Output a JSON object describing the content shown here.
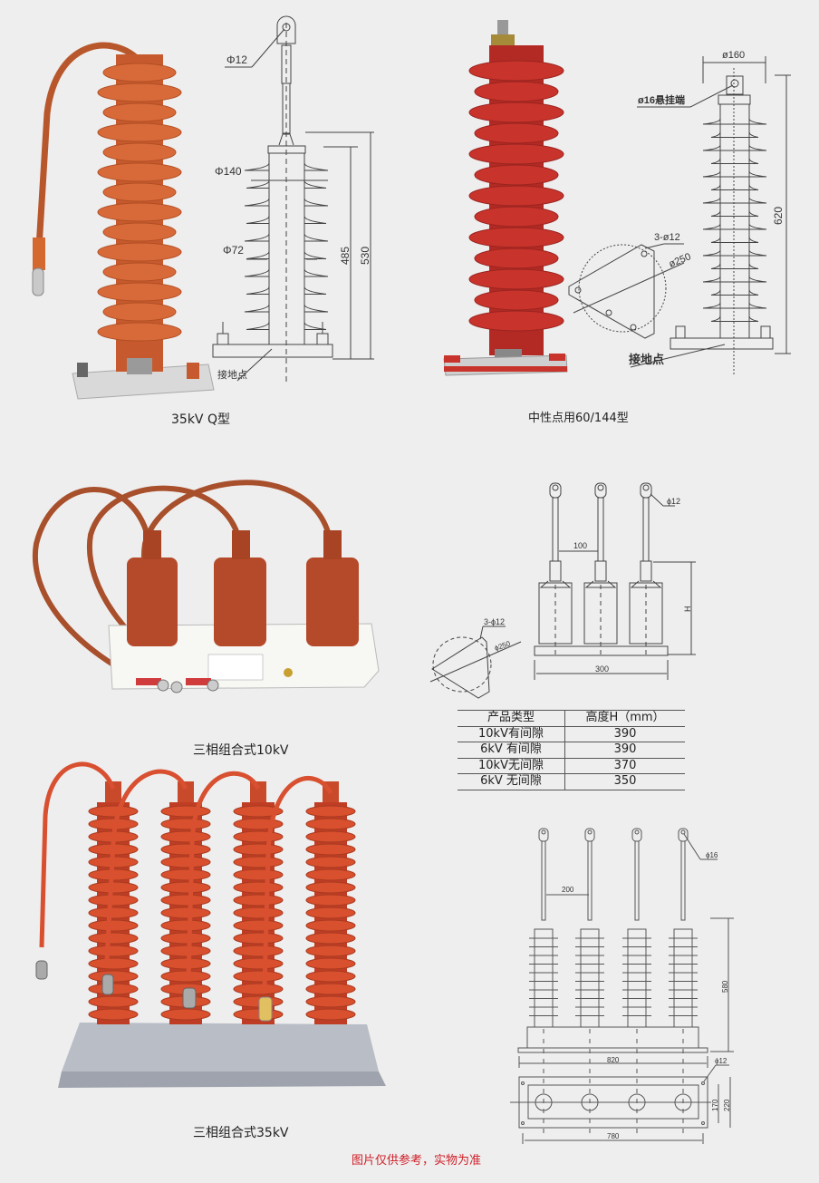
{
  "colors": {
    "background": "#eeeeee",
    "orange_housing": "#d86a3a",
    "red_housing": "#c8332b",
    "brown_housing": "#b54a2a",
    "footer_text": "#d0202a"
  },
  "products": [
    {
      "caption": "35kV Q型",
      "drawing": {
        "top_eye": "Φ12",
        "shed_dia": "Φ140",
        "core_dia": "Φ72",
        "height_inner": "485",
        "height_total": "530",
        "ground": "接地点"
      }
    },
    {
      "caption": "中性点用60/144型",
      "drawing": {
        "width": "ø160",
        "top_eye": "ø16悬挂端",
        "height_total": "620",
        "holes": "3-ø12",
        "base_circle": "ø250",
        "ground": "接地点"
      }
    },
    {
      "caption": "三相组合式10kV",
      "drawing": {
        "eye": "ϕ12",
        "spacing": "100",
        "height": "H",
        "width": "300",
        "holes": "3-ϕ12",
        "base_circle": "ϕ250"
      },
      "table": {
        "headers": [
          "产品类型",
          "高度H（mm）"
        ],
        "rows": [
          [
            "10kV有间隙",
            "390"
          ],
          [
            "6kV 有间隙",
            "390"
          ],
          [
            "10kV无间隙",
            "370"
          ],
          [
            "6kV 无间隙",
            "350"
          ]
        ]
      }
    },
    {
      "caption": "三相组合式35kV",
      "drawing": {
        "eye": "ϕ16",
        "spacing": "200",
        "height": "580",
        "width": "820",
        "hole": "ϕ12",
        "inner_width": "170",
        "outer_width": "220",
        "hole_spacing": "780"
      }
    }
  ],
  "footer": "图片仅供参考，实物为准"
}
